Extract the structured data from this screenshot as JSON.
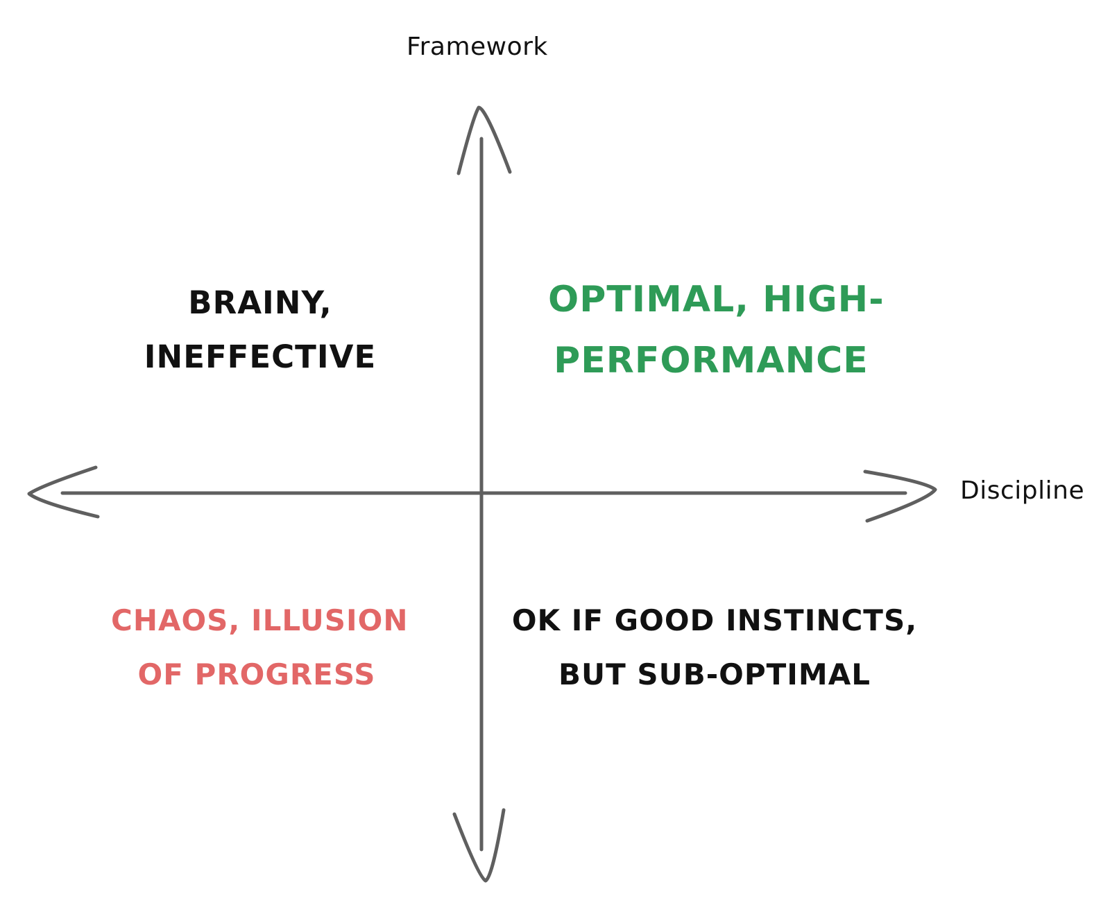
{
  "axes": {
    "vertical_label": "Framework",
    "horizontal_label": "Discipline"
  },
  "quadrants": {
    "top_left": {
      "lines": [
        "BRAINY,",
        "INEFFECTIVE"
      ]
    },
    "top_right": {
      "lines": [
        "OPTIMAL, HIGH-",
        "PERFORMANCE"
      ]
    },
    "bottom_left": {
      "lines": [
        "CHAOS, ILLUSION",
        "OF PROGRESS"
      ]
    },
    "bottom_right": {
      "lines": [
        "OK IF GOOD INSTINCTS,",
        "BUT SUB-OPTIMAL"
      ]
    }
  },
  "colors": {
    "axis": "#5f5f5f",
    "default_text": "#111111",
    "optimal": "#2e9b57",
    "chaos": "#e26767"
  }
}
